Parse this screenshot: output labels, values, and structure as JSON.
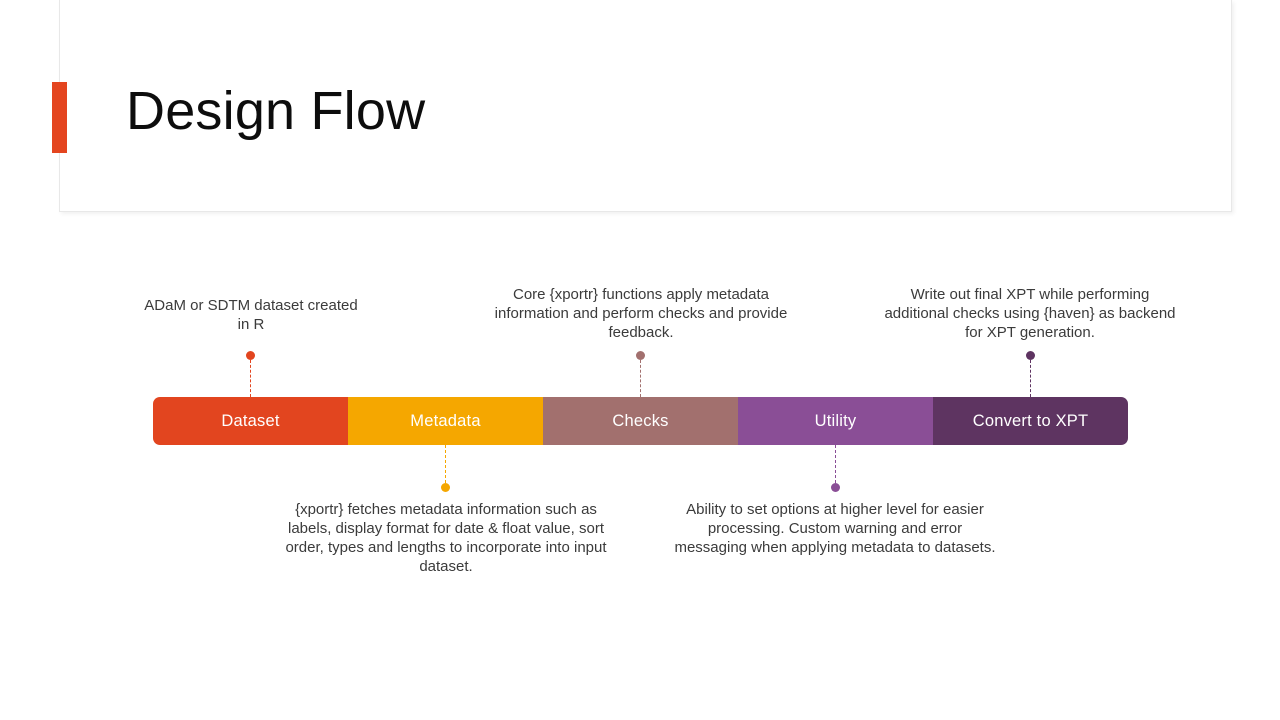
{
  "slide": {
    "title": "Design Flow",
    "accent_color": "#E4451F",
    "background": "#ffffff"
  },
  "flow": {
    "segments": [
      {
        "label": "Dataset",
        "color": "#E2451F"
      },
      {
        "label": "Metadata",
        "color": "#F5A700"
      },
      {
        "label": "Checks",
        "color": "#A2706E"
      },
      {
        "label": "Utility",
        "color": "#8A4E96"
      },
      {
        "label": "Convert to XPT",
        "color": "#5E3461"
      }
    ]
  },
  "callouts": [
    {
      "id": "dataset",
      "position": "above",
      "color": "#E2451F",
      "text": "ADaM or SDTM dataset created in R"
    },
    {
      "id": "metadata",
      "position": "below",
      "color": "#F5A700",
      "text": "{xportr} fetches metadata information such as labels, display format for date & float value, sort order, types and lengths to incorporate into input dataset."
    },
    {
      "id": "checks",
      "position": "above",
      "color": "#A2706E",
      "text": "Core {xportr} functions apply metadata information and perform checks and provide feedback."
    },
    {
      "id": "utility",
      "position": "below",
      "color": "#8A4E96",
      "text": "Ability to set options at higher level for easier processing. Custom warning and error messaging when applying metadata to datasets."
    },
    {
      "id": "convert",
      "position": "above",
      "color": "#5E3461",
      "text": "Write out final XPT while performing additional checks using {haven} as backend for XPT generation."
    }
  ]
}
